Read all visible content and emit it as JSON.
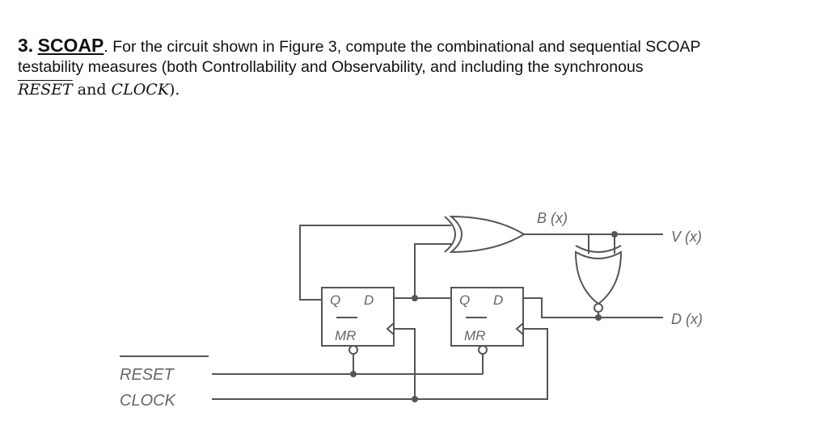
{
  "question": {
    "number": "3.",
    "title": "SCOAP",
    "text1": ". For the circuit shown in Figure 3, compute the combinational and sequential SCOAP",
    "text2": "testability measures (both Controllability and Observability, and including the synchronous",
    "reset_term": "RESET",
    "and_word": " and ",
    "clock_term": "CLOCK",
    "closing": ")."
  },
  "figure": {
    "signals": {
      "b": "B (x)",
      "v": "V (x)",
      "d": "D (x)",
      "reset": "RESET",
      "clock": "CLOCK"
    },
    "flipflop1": {
      "q": "Q",
      "d": "D",
      "mr": "MR"
    },
    "flipflop2": {
      "q": "Q",
      "d": "D",
      "mr": "MR"
    }
  }
}
